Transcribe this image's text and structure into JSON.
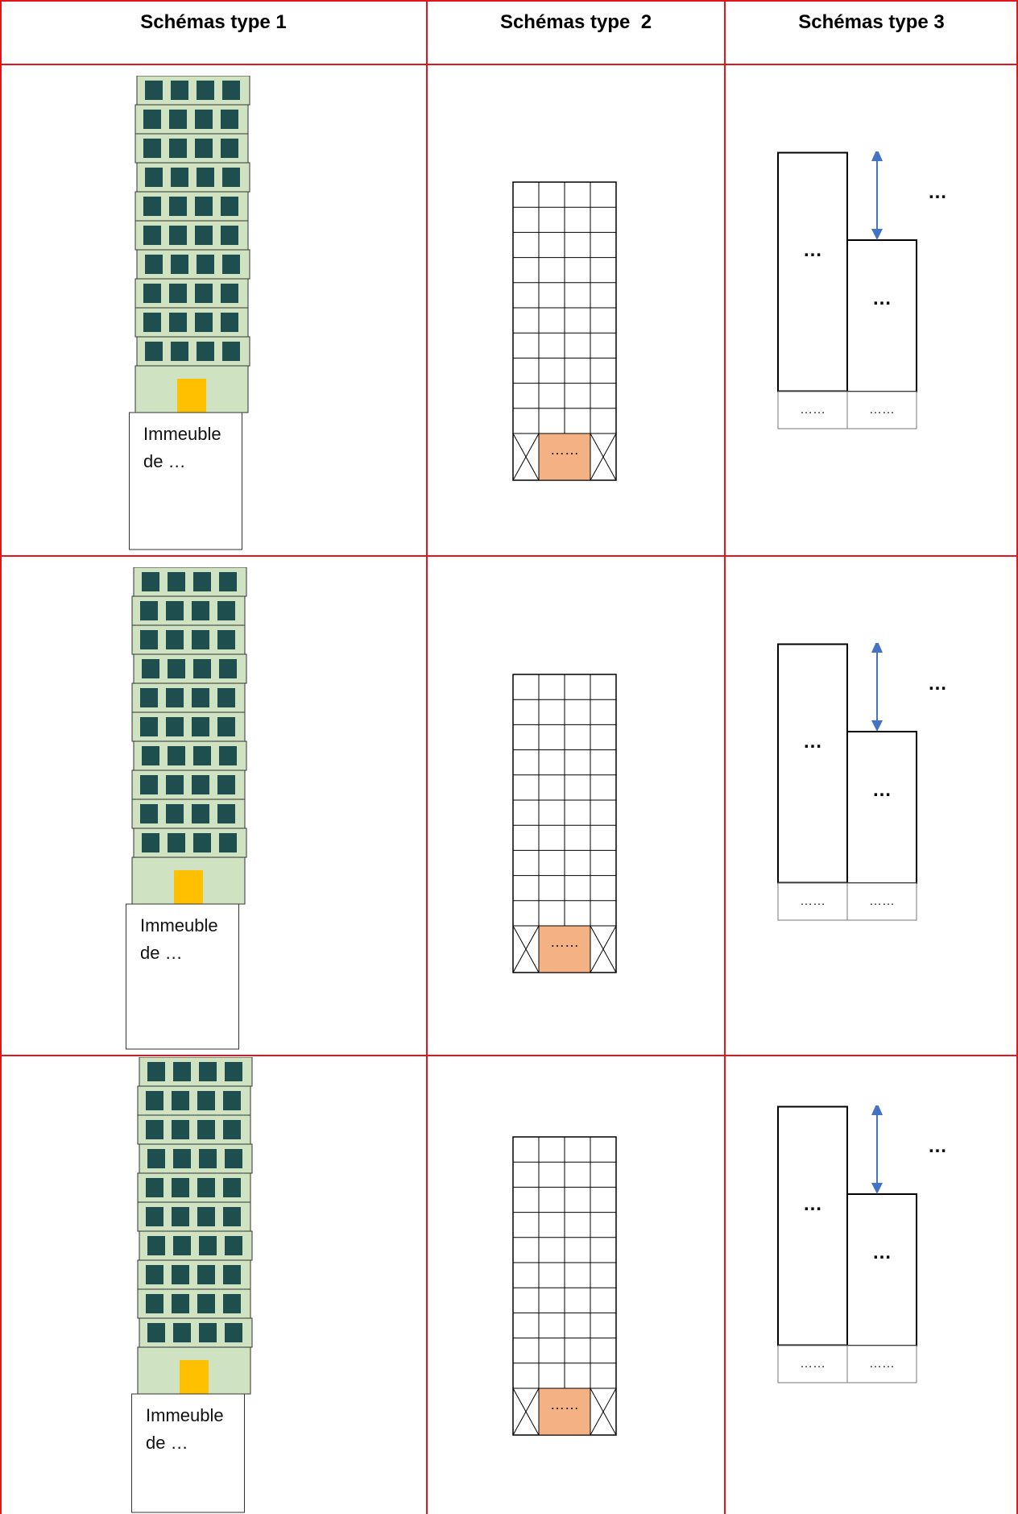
{
  "headers": [
    "Schémas type 1",
    "Schémas type  2",
    "Schémas type 3"
  ],
  "rows": [
    {
      "building": {
        "label_line1": "Immeuble",
        "label_line2": "de   …"
      },
      "grid": {
        "door_label": "……"
      },
      "blocks": {
        "arrow_label": "…",
        "tall_label": "…",
        "short_label": "…",
        "base_left": "……",
        "base_right": "……"
      }
    },
    {
      "building": {
        "label_line1": "Immeuble",
        "label_line2": "de   …"
      },
      "grid": {
        "door_label": "……"
      },
      "blocks": {
        "arrow_label": "…",
        "tall_label": "…",
        "short_label": "…",
        "base_left": "……",
        "base_right": "……"
      }
    },
    {
      "building": {
        "label_line1": "Immeuble",
        "label_line2": "de   …"
      },
      "grid": {
        "door_label": "……"
      },
      "blocks": {
        "arrow_label": "…",
        "tall_label": "…",
        "short_label": "…",
        "base_left": "……",
        "base_right": "……"
      }
    }
  ],
  "colors": {
    "table_border": "#e0161b",
    "facade": "#cfe3c3",
    "window": "#1f4e4e",
    "door": "#ffc000",
    "grid_door": "#f4b183",
    "arrow": "#4472c4"
  }
}
